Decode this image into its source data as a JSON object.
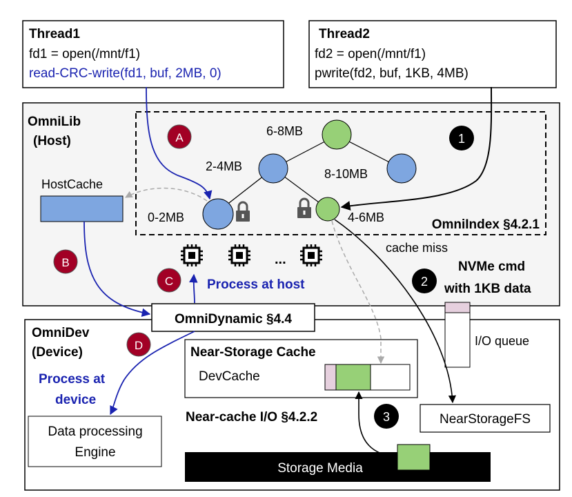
{
  "thread1": {
    "title": "Thread1",
    "line1": "fd1 = open(/mnt/f1)",
    "line2": "read-CRC-write(fd1, buf, 2MB, 0)"
  },
  "thread2": {
    "title": "Thread2",
    "line1": "fd2 = open(/mnt/f1)",
    "line2": "pwrite(fd2, buf, 1KB, 4MB)"
  },
  "omnilib": {
    "label_line1": "OmniLib",
    "label_line2": "(Host)",
    "hostcache_label": "HostCache",
    "process_host": "Process at host",
    "cpu_ellipsis": "..."
  },
  "omniindex": {
    "label": "OmniIndex §4.2.1",
    "nodes": {
      "n6_8": "6-8MB",
      "n2_4": "2-4MB",
      "n8_10": "8-10MB",
      "n0_2": "0-2MB",
      "n4_6": "4-6MB"
    }
  },
  "cache_miss": "cache miss",
  "nvme_line1": "NVMe cmd",
  "nvme_line2": "with 1KB data",
  "io_queue": "I/O queue",
  "omnidynamic": "OmniDynamic §4.4",
  "omnidev": {
    "label_line1": "OmniDev",
    "label_line2": "(Device)",
    "process_device_line1": "Process at",
    "process_device_line2": "device",
    "engine_line1": "Data processing",
    "engine_line2": "Engine",
    "nsc_title": "Near-Storage Cache",
    "devcache": "DevCache",
    "near_cache_io": "Near-cache I/O §4.2.2",
    "nearstoragefs": "NearStorageFS",
    "storage_media": "Storage Media"
  },
  "markers": {
    "A": "A",
    "B": "B",
    "C": "C",
    "D": "D",
    "m1": "1",
    "m2": "2",
    "m3": "3"
  },
  "colors": {
    "blue_node": "#7ea6e0",
    "green_node": "#97d077",
    "red_marker": "#a20025",
    "blue_text": "#1a23b0",
    "panel_gray": "#f5f5f5",
    "pink_block": "#e6d0de"
  }
}
